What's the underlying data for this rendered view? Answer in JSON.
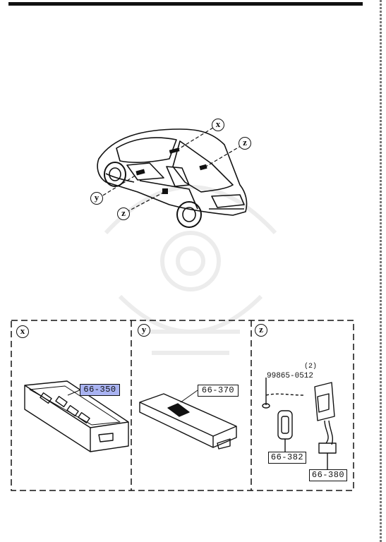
{
  "callouts": {
    "x": "x",
    "y": "y",
    "z": "z"
  },
  "panels": {
    "x": {
      "letter": "x",
      "part": "66-350",
      "highlighted": true
    },
    "y": {
      "letter": "y",
      "part": "66-370"
    },
    "z": {
      "letter": "z",
      "bolt_qty": "(2)",
      "bolt_part": "99865-0512",
      "parts": [
        "66-382",
        "66-380"
      ]
    }
  },
  "colors": {
    "highlight": "#a9b3f2",
    "line": "#111111"
  }
}
